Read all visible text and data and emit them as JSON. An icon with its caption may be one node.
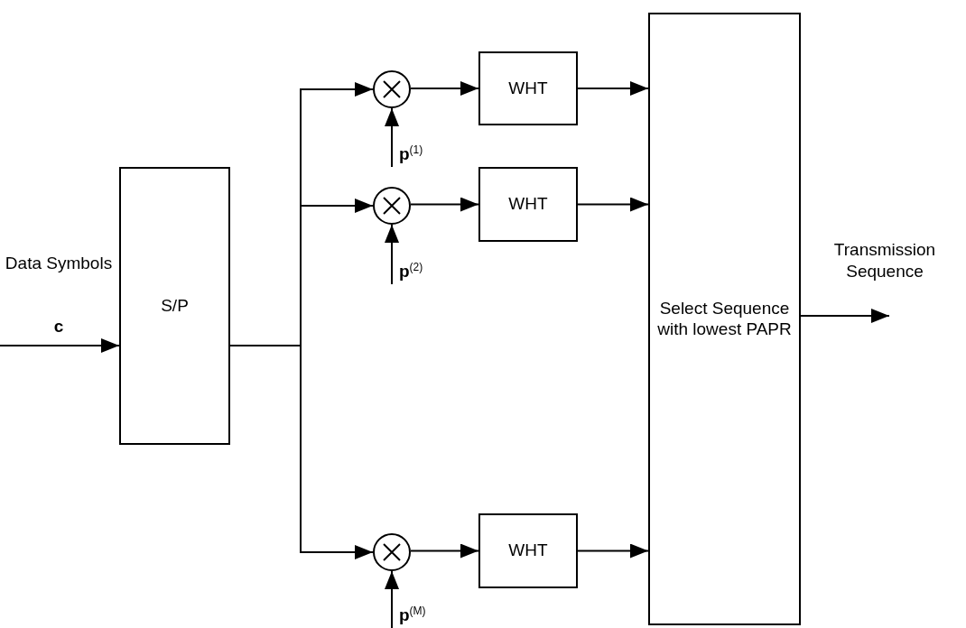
{
  "diagram": {
    "nodes": [
      {
        "text": [
          "S/P"
        ]
      },
      {
        "text": [],
        "shape": "circle"
      },
      {
        "text": [
          "WHT"
        ]
      },
      {
        "text": [],
        "shape": "circle"
      },
      {
        "text": [
          "WHT"
        ]
      },
      {
        "text": [],
        "shape": "circle"
      },
      {
        "text": [
          "WHT"
        ]
      },
      {
        "text": [
          "Select Sequence with lowest PAPR"
        ]
      }
    ],
    "edges": [
      {
        "from": null,
        "to": 0,
        "arrow": "to"
      },
      {
        "from": 0,
        "to": 1,
        "arrow": "to"
      },
      {
        "from": 0,
        "to": 3,
        "arrow": "to"
      },
      {
        "from": 0,
        "to": 5,
        "arrow": "to"
      },
      {
        "from": 1,
        "to": 2,
        "arrow": "to"
      },
      {
        "from": 3,
        "to": 4,
        "arrow": "to"
      },
      {
        "from": 5,
        "to": 6,
        "arrow": "to"
      },
      {
        "from": 2,
        "to": 7,
        "arrow": "to"
      },
      {
        "from": 4,
        "to": 7,
        "arrow": "to"
      },
      {
        "from": 6,
        "to": 7,
        "arrow": "to"
      },
      {
        "from": null,
        "to": 1,
        "arrow": "to",
        "label": "**p**$^{(1)}$"
      },
      {
        "from": null,
        "to": 3,
        "arrow": "to",
        "label": "**p**$^{(2)}$"
      },
      {
        "from": null,
        "to": 5,
        "arrow": "to",
        "label": "**p**$^{(M)}$"
      },
      {
        "from": 7,
        "to": null,
        "arrow": "to"
      }
    ],
    "labels": [
      "Data Symbols",
      "c",
      "Transmission Sequence"
    ]
  }
}
